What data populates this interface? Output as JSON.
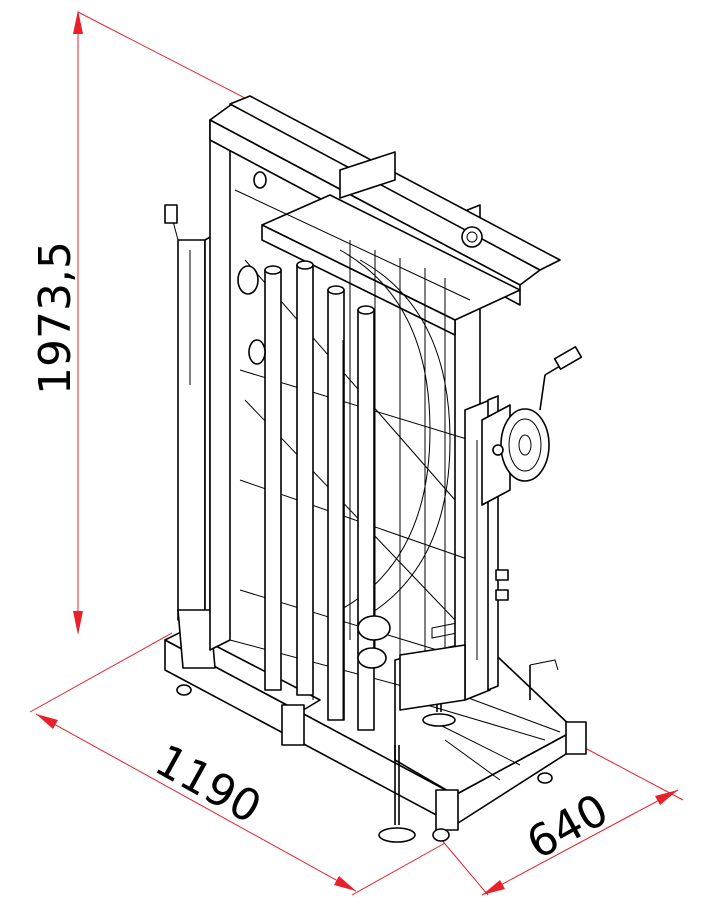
{
  "dimensions": {
    "height_label": "1973,5",
    "length_label": "1190",
    "depth_label": "640"
  },
  "colors": {
    "dimension_line": "#e8202a",
    "outline": "#000000",
    "background": "#ffffff"
  }
}
